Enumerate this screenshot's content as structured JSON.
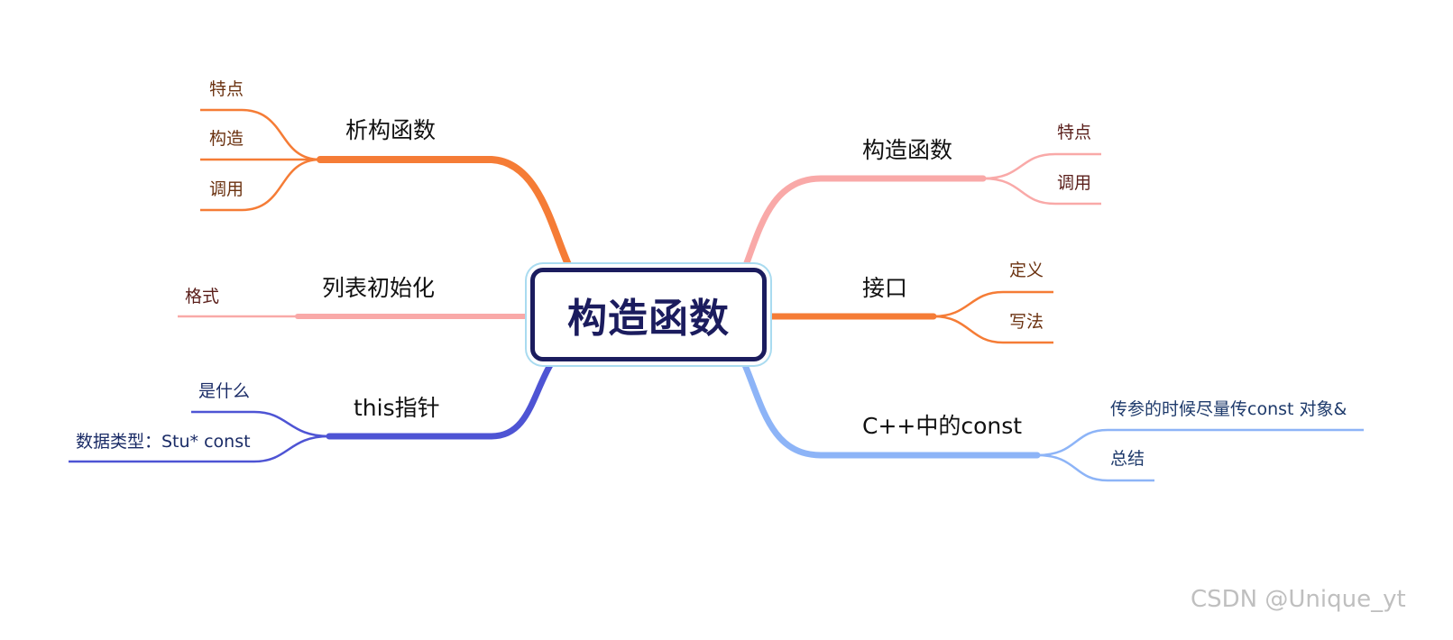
{
  "root": {
    "label": "构造函数"
  },
  "colors": {
    "orange": "#f57c36",
    "pink": "#f9a9a8",
    "indigo": "#4e54d4",
    "lightblue": "#8db4f7",
    "root_border": "#1b1c5e",
    "root_glow": "#a9dbf0"
  },
  "branches": {
    "destructor": {
      "label": "析构函数",
      "children": [
        "特点",
        "构造",
        "调用"
      ]
    },
    "init_list": {
      "label": "列表初始化",
      "children": [
        "格式"
      ]
    },
    "this_pointer": {
      "label": "this指针",
      "children": [
        "是什么",
        "数据类型：Stu* const"
      ]
    },
    "constructor": {
      "label": "构造函数",
      "children": [
        "特点",
        "调用"
      ]
    },
    "interface": {
      "label": "接口",
      "children": [
        "定义",
        "写法"
      ]
    },
    "const": {
      "label": "C++中的const",
      "children": [
        "传参的时候尽量传const 对象&",
        "总结"
      ]
    }
  },
  "watermark": "CSDN @Unique_yt"
}
